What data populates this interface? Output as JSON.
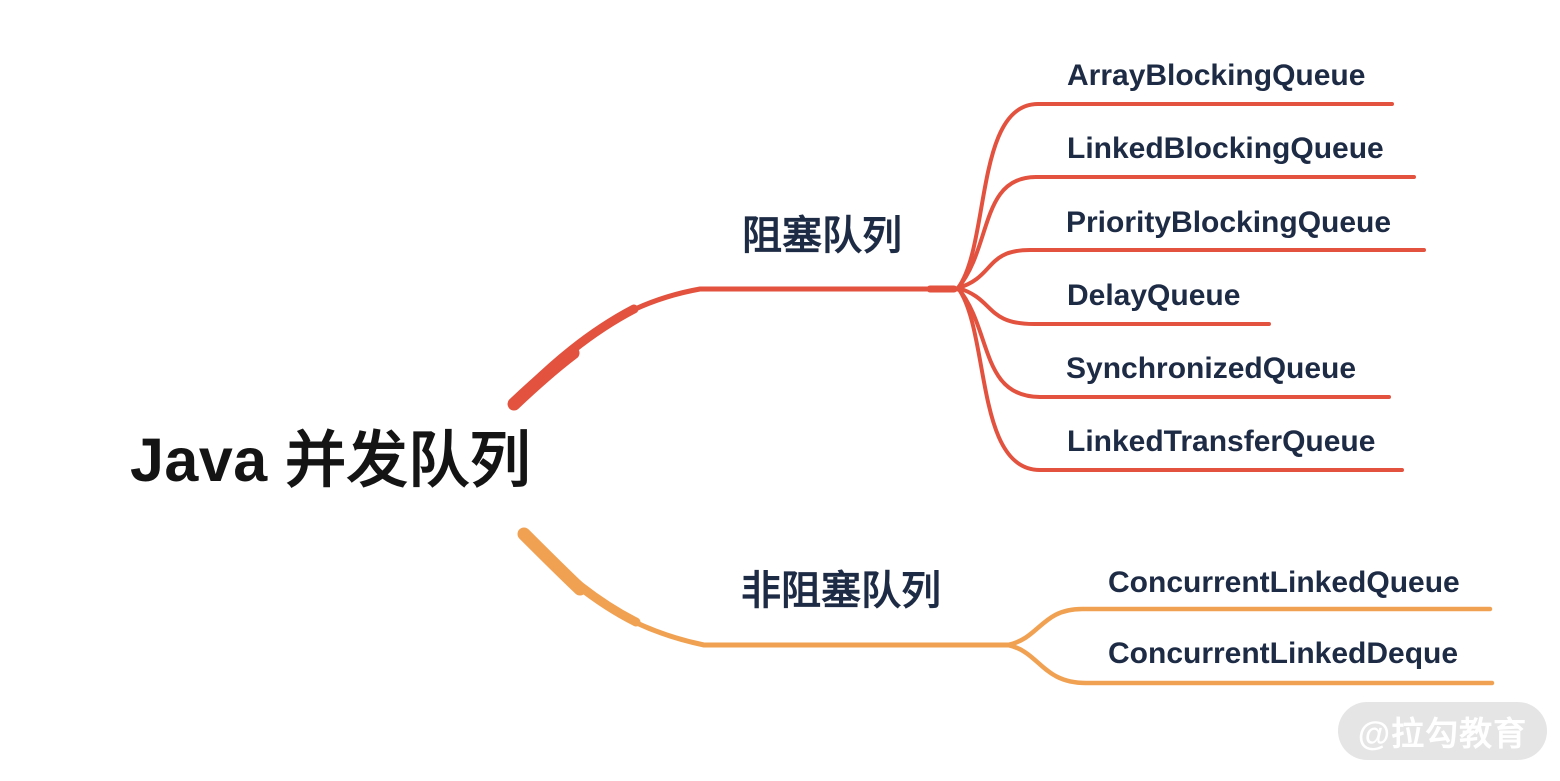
{
  "root": {
    "label": "Java 并发队列"
  },
  "branches": [
    {
      "label": "阻塞队列",
      "color": "#E2523E",
      "children": [
        "ArrayBlockingQueue",
        "LinkedBlockingQueue",
        "PriorityBlockingQueue",
        "DelayQueue",
        "SynchronizedQueue",
        "LinkedTransferQueue"
      ]
    },
    {
      "label": "非阻塞队列",
      "color": "#F1A152",
      "children": [
        "ConcurrentLinkedQueue",
        "ConcurrentLinkedDeque"
      ]
    }
  ],
  "watermark": {
    "label": "@拉勾教育"
  },
  "colors": {
    "blocking_branch": "#E2523E",
    "nonblocking_branch": "#F1A152",
    "node_text": "#1E2B45",
    "root_text": "#141414",
    "watermark_bg": "#E1E1E1",
    "watermark_text": "#FFFFFF"
  }
}
